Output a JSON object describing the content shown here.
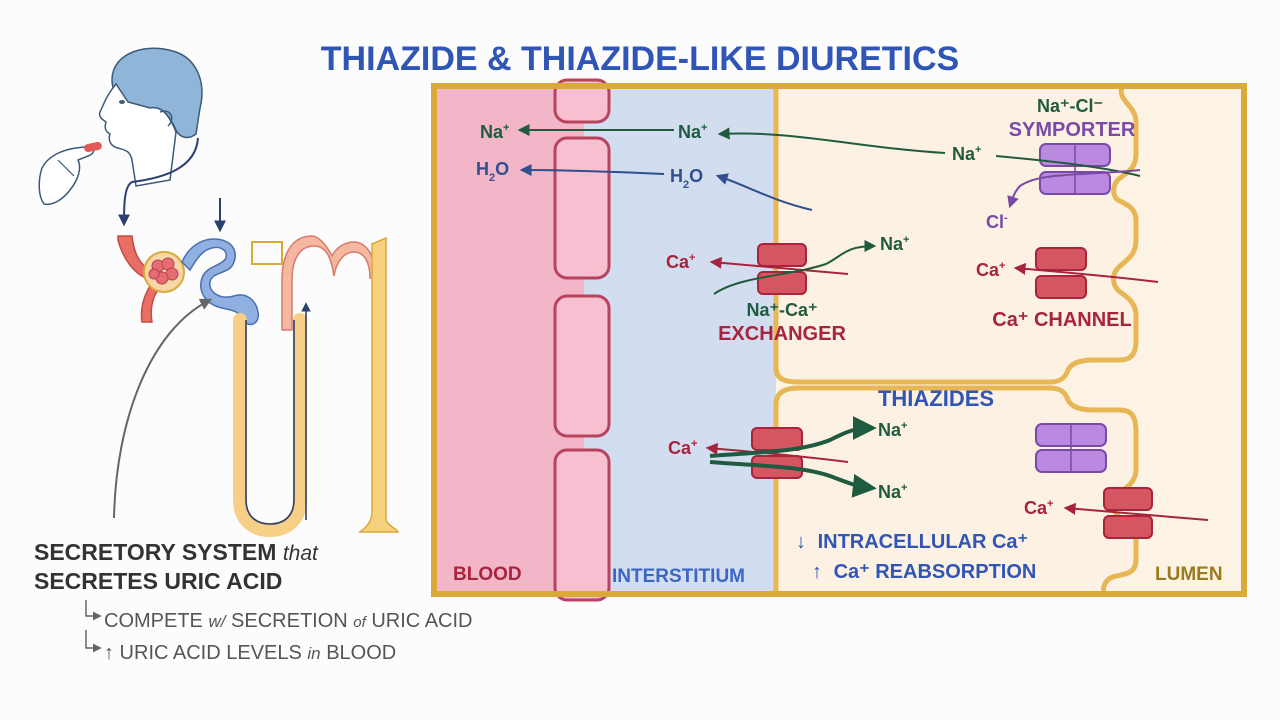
{
  "title": "THIAZIDE & THIAZIDE-LIKE DIURETICS",
  "colors": {
    "title_blue": "#2f55b5",
    "blood_pink": "#f3b6c8",
    "interstitium_blue": "#d3ddf0",
    "cell_cream": "#fcf1e2",
    "frame_gold": "#d9a93a",
    "sodium_green": "#1f5b3e",
    "calcium_red": "#a8243c",
    "symporter_purple": "#8a58b8",
    "channel_red": "#d55560"
  },
  "regions": {
    "blood": "BLOOD",
    "interstitium": "INTERSTITIUM",
    "lumen": "LUMEN"
  },
  "ions": {
    "na": "Na",
    "h2o": "H",
    "h2o_sub": "2",
    "h2o_end": "O",
    "ca": "Ca",
    "cl": "Cl",
    "plus": "+",
    "minus": "-"
  },
  "transporters": {
    "exchanger_line1": "Na⁺-Ca⁺",
    "exchanger_line2": "EXCHANGER",
    "symporter_line1": "Na⁺-Cl⁻",
    "symporter_line2": "SYMPORTER",
    "channel": "Ca⁺ CHANNEL"
  },
  "thiazides_label": "THIAZIDES",
  "effects": {
    "line1_arrow": "↓",
    "line1": "INTRACELLULAR Ca⁺",
    "line2_arrow": "↑",
    "line2": "Ca⁺ REABSORPTION"
  },
  "notes": {
    "heading_line1_a": "SECRETORY SYSTEM",
    "heading_line1_b": "that",
    "heading_line2": "SECRETES URIC ACID",
    "bullet1_a": "COMPETE",
    "bullet1_b": "w/",
    "bullet1_c": "SECRETION",
    "bullet1_d": "of",
    "bullet1_e": "URIC ACID",
    "bullet2_a": "↑ URIC ACID LEVELS",
    "bullet2_b": "in",
    "bullet2_c": "BLOOD"
  }
}
